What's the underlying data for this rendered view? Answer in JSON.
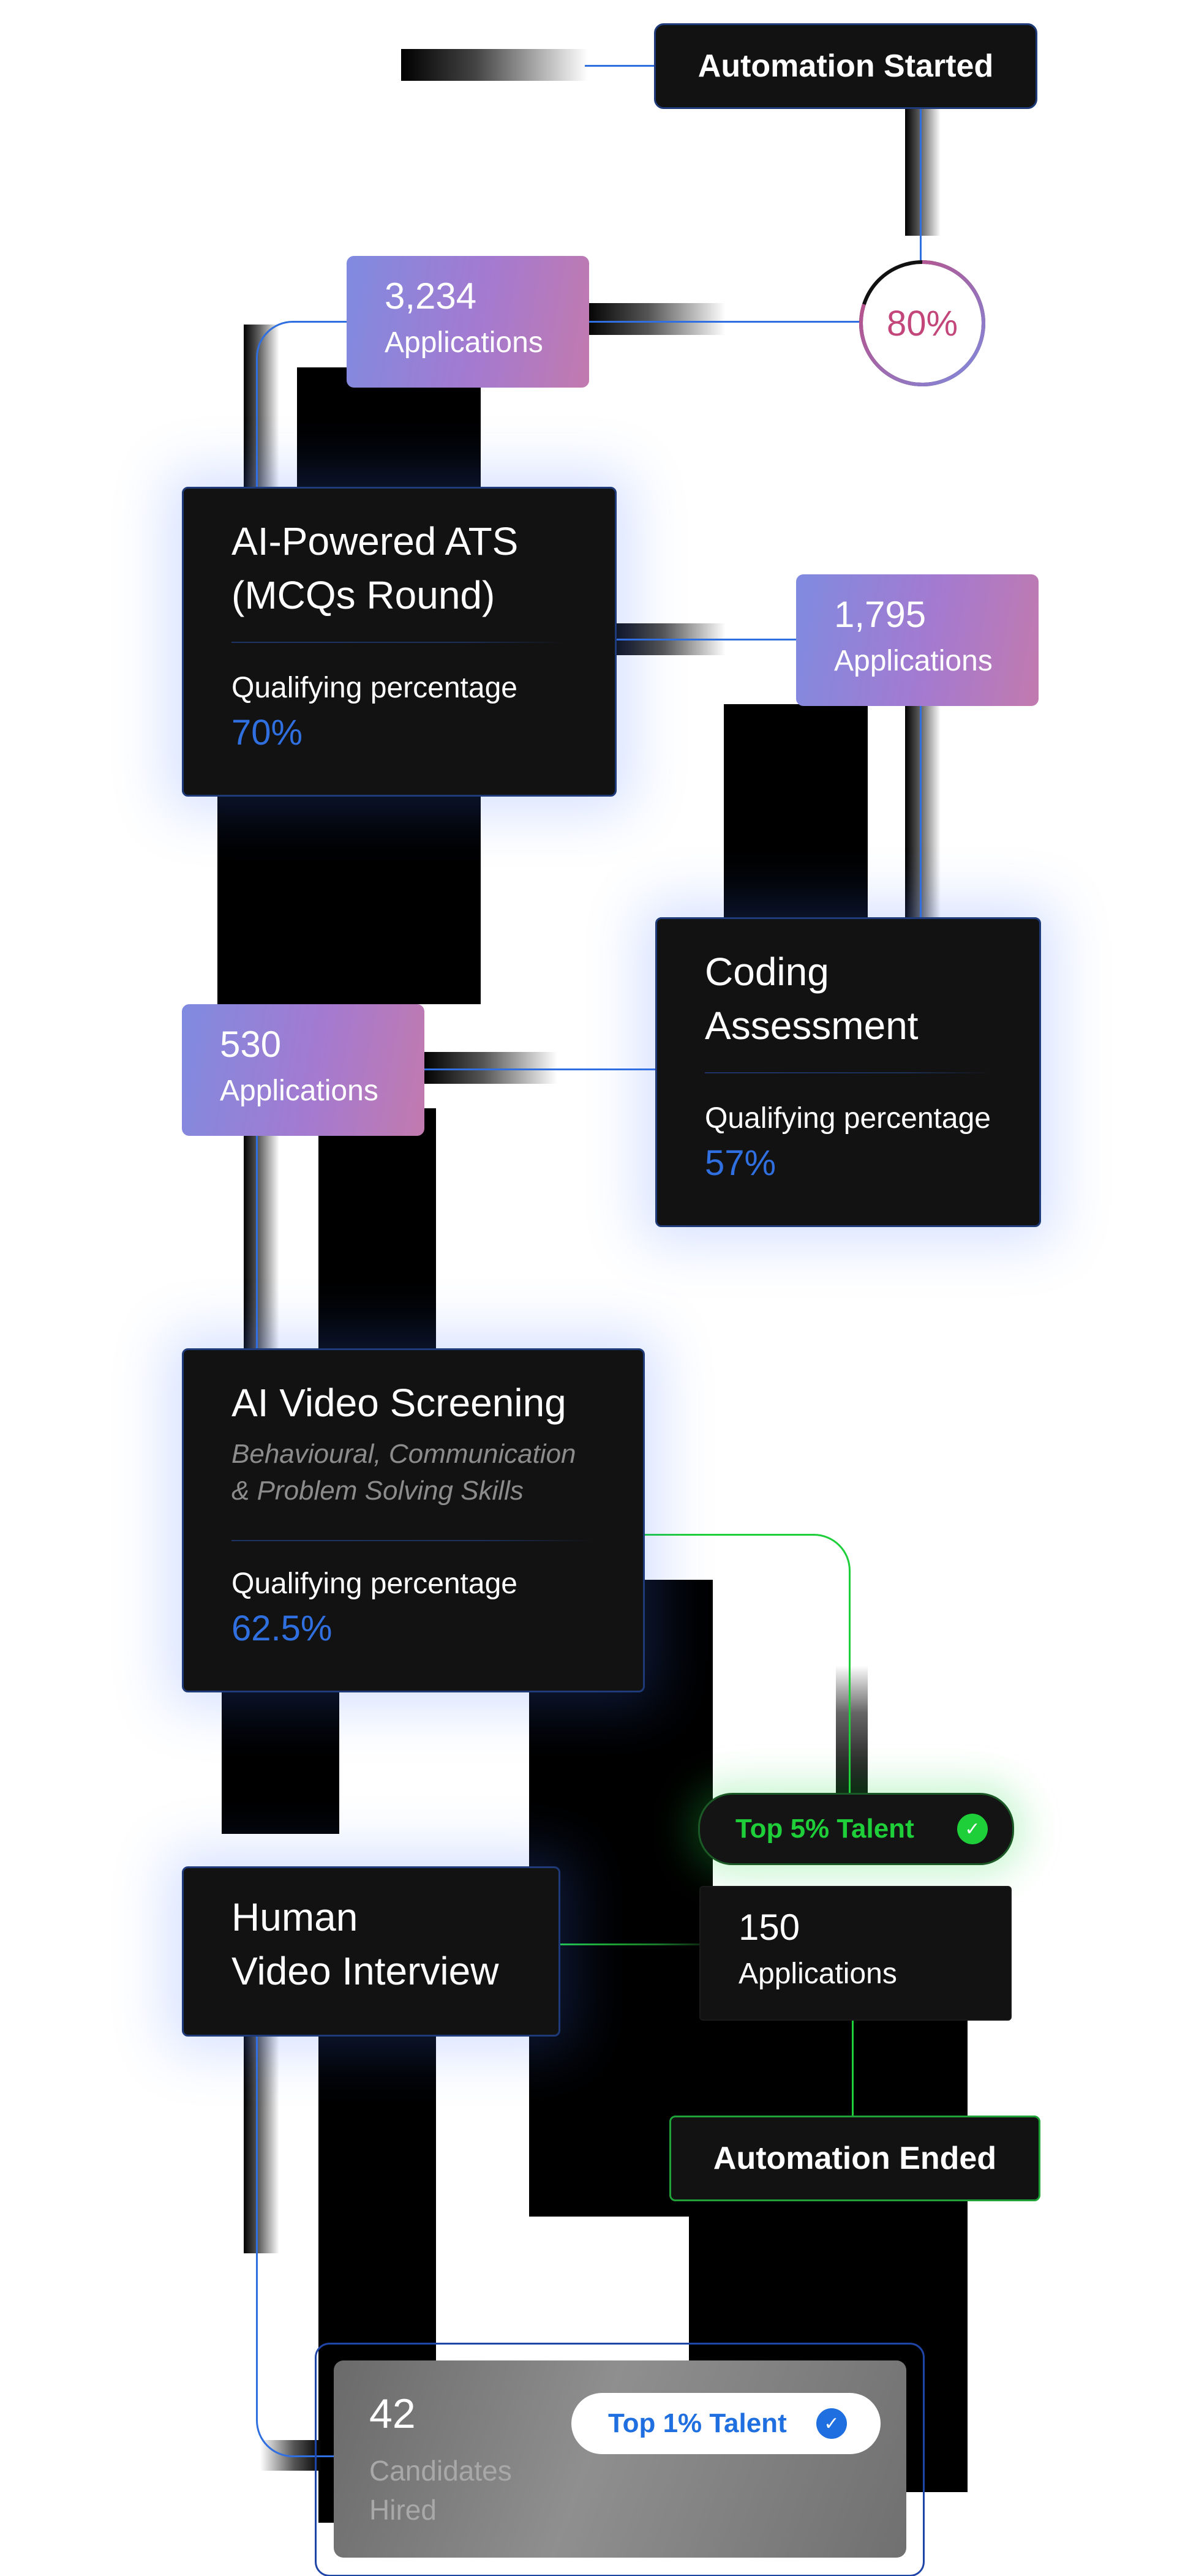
{
  "colors": {
    "accent_blue": "#2f6fe0",
    "accent_green": "#1fcf3a",
    "card_bg": "#121212",
    "rate_pink": "#c3467a",
    "gradient_start": "#7f8be0",
    "gradient_end": "#c27aae"
  },
  "start": {
    "label": "Automation Started"
  },
  "rate": {
    "value": "80%",
    "fraction": 0.8
  },
  "counts": {
    "c1": {
      "number": "3,234",
      "label": "Applications"
    },
    "c2": {
      "number": "1,795",
      "label": "Applications"
    },
    "c3": {
      "number": "530",
      "label": "Applications"
    },
    "c4": {
      "number": "150",
      "label": "Applications"
    }
  },
  "stages": {
    "ats": {
      "title_line1": "AI-Powered ATS",
      "title_line2": "(MCQs Round)",
      "qual_label": "Qualifying percentage",
      "qual_value": "70%"
    },
    "coding": {
      "title_line1": "Coding",
      "title_line2": "Assessment",
      "qual_label": "Qualifying percentage",
      "qual_value": "57%"
    },
    "video": {
      "title": "AI Video Screening",
      "subtitle_line1": "Behavioural, Communication",
      "subtitle_line2": "& Problem Solving Skills",
      "qual_label": "Qualifying percentage",
      "qual_value": "62.5%"
    },
    "human": {
      "title_line1": "Human",
      "title_line2": "Video Interview"
    }
  },
  "badges": {
    "top5": {
      "label": "Top 5% Talent",
      "icon": "verified-check-icon"
    },
    "top1": {
      "label": "Top 1% Talent",
      "icon": "verified-check-icon"
    }
  },
  "end": {
    "label": "Automation Ended"
  },
  "hired": {
    "number": "42",
    "label_line1": "Candidates",
    "label_line2": "Hired"
  }
}
